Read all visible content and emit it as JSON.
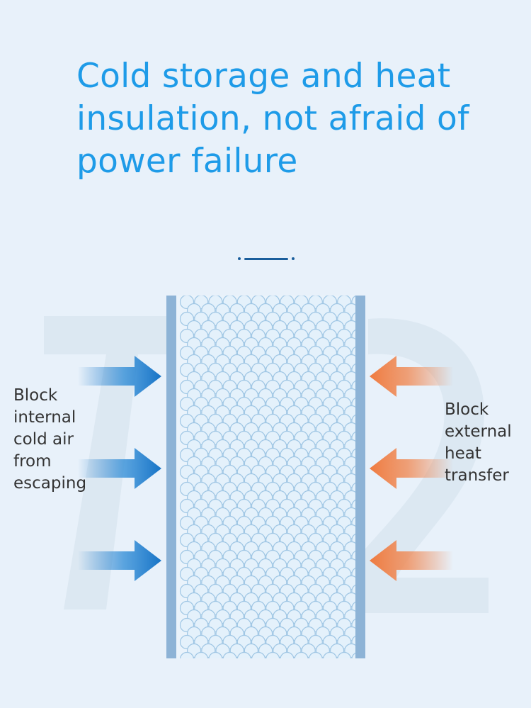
{
  "headline": {
    "lines": [
      "Cold storage and heat",
      "insulation, not afraid of",
      "power failure"
    ]
  },
  "left_caption": {
    "lines": [
      "Block",
      "internal",
      "cold air",
      "from",
      "escaping"
    ]
  },
  "right_caption": {
    "lines": [
      "Block",
      "external",
      "heat",
      "transfer"
    ]
  },
  "icons": {
    "left_arrows": "arrow-right-icon",
    "right_arrows": "arrow-left-icon",
    "background_numeral": "number-72-watermark"
  },
  "colors": {
    "background": "#e8f1fa",
    "headline": "#1e9be8",
    "caption_text": "#333333",
    "cold_arrow": "#1673c6",
    "heat_arrow": "#ef7b40",
    "panel_edge": "#8db3d6",
    "bubble_stroke": "#9fc6e4",
    "bubble_fill": "#e4f1fb",
    "divider": "#1a5e9c",
    "watermark": "#dce8f2"
  }
}
